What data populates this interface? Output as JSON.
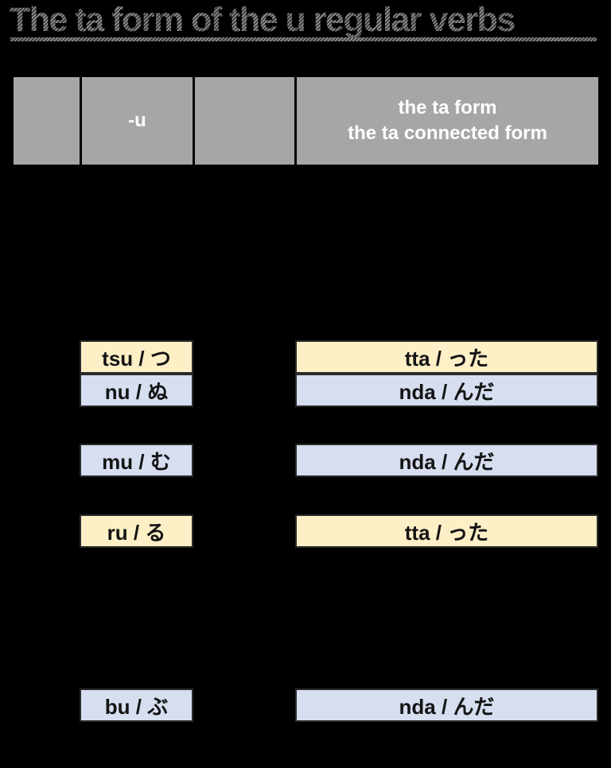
{
  "title": {
    "text": "The ta form of the u regular verbs"
  },
  "table": {
    "header": {
      "col1_label": "",
      "col2_label": "-u",
      "col3_label": "",
      "col4_line1": "the ta form",
      "col4_line2": "the ta connected form"
    },
    "rows": [
      {
        "ending": "tsu / つ",
        "ta_form": "tta / った",
        "variant": "cream"
      },
      {
        "ending": "nu / ぬ",
        "ta_form": "nda / んだ",
        "variant": "blue"
      },
      {
        "ending": "mu / む",
        "ta_form": "nda / んだ",
        "variant": "blue"
      },
      {
        "ending": "ru / る",
        "ta_form": "tta / った",
        "variant": "cream"
      },
      {
        "ending": "bu / ぶ",
        "ta_form": "nda / んだ",
        "variant": "blue"
      }
    ]
  },
  "colors": {
    "background": "#000000",
    "header_gray": "#a6a6a6",
    "header_text": "#ffffff",
    "cream_cell": "#fdefc6",
    "blue_cell": "#d6def0",
    "cell_text": "#141414",
    "title_hatch_light": "#8f8f8f",
    "title_hatch_dark": "#383838"
  }
}
